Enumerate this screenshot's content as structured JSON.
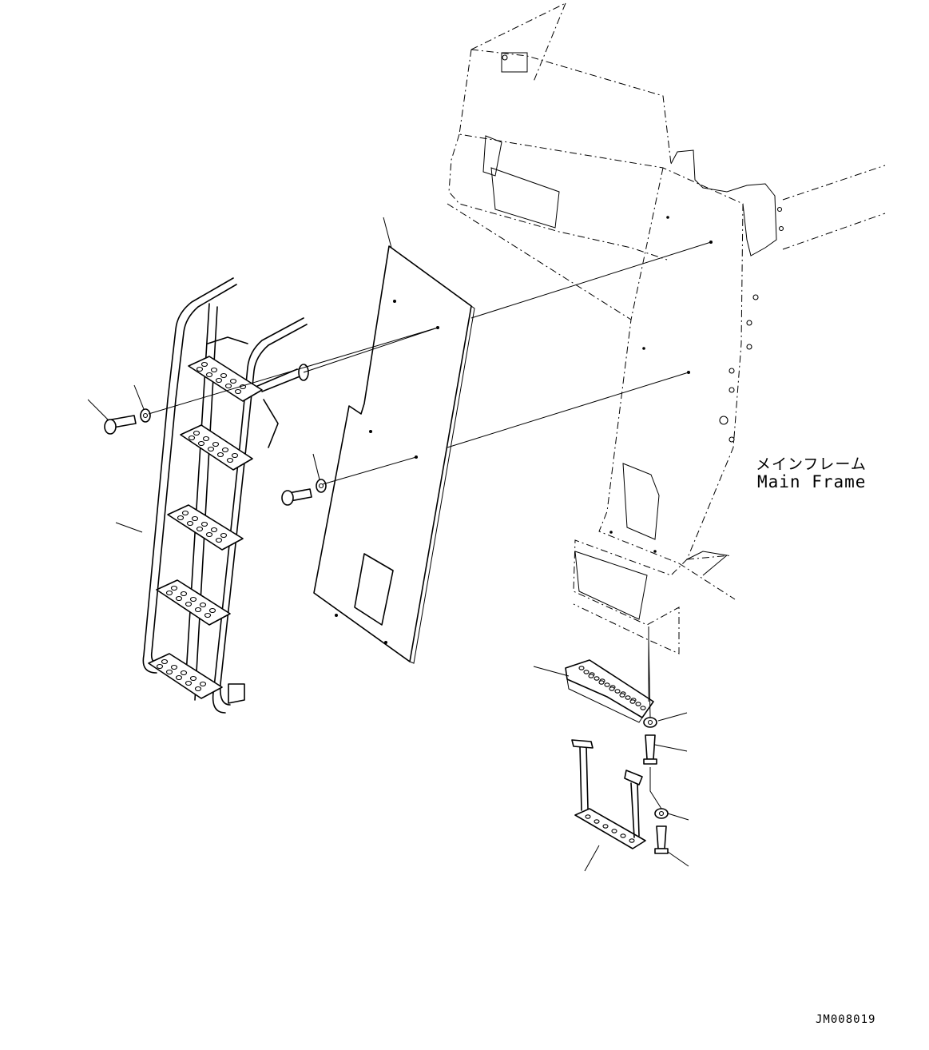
{
  "labels": {
    "main_frame_jp": "メインフレーム",
    "main_frame_en": "Main Frame",
    "drawing_code": "JM008019"
  }
}
